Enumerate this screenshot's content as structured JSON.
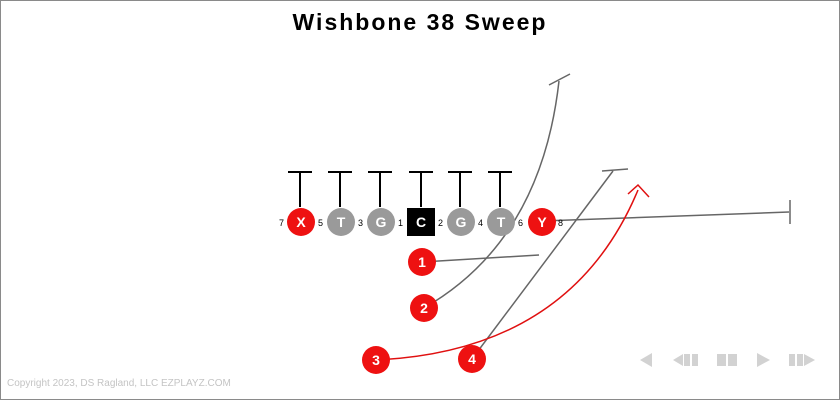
{
  "title": "Wishbone 38 Sweep",
  "copyright": "Copyright 2023, DS Ragland, LLC EZPLAYZ.COM",
  "colors": {
    "offense_red": "#ee1111",
    "lineman_gray": "#9a9a9a",
    "center_black": "#000000",
    "route_gray": "#666666",
    "route_red": "#e01010",
    "controls_gray": "#d2d2d2"
  },
  "line": [
    {
      "id": "x",
      "label": "X",
      "role": "receiver"
    },
    {
      "id": "lt",
      "label": "T",
      "role": "lineman"
    },
    {
      "id": "lg",
      "label": "G",
      "role": "lineman"
    },
    {
      "id": "c",
      "label": "C",
      "role": "center"
    },
    {
      "id": "rg",
      "label": "G",
      "role": "lineman"
    },
    {
      "id": "rt",
      "label": "T",
      "role": "lineman"
    },
    {
      "id": "y",
      "label": "Y",
      "role": "receiver"
    }
  ],
  "gaps": [
    "7",
    "5",
    "3",
    "1",
    "2",
    "4",
    "6",
    "8"
  ],
  "backs": [
    {
      "id": "b1",
      "label": "1"
    },
    {
      "id": "b2",
      "label": "2"
    },
    {
      "id": "b3",
      "label": "3"
    },
    {
      "id": "b4",
      "label": "4"
    }
  ],
  "controls": [
    {
      "name": "rewind-icon"
    },
    {
      "name": "step-back-icon"
    },
    {
      "name": "pause-icon"
    },
    {
      "name": "play-icon"
    },
    {
      "name": "step-forward-icon"
    }
  ]
}
